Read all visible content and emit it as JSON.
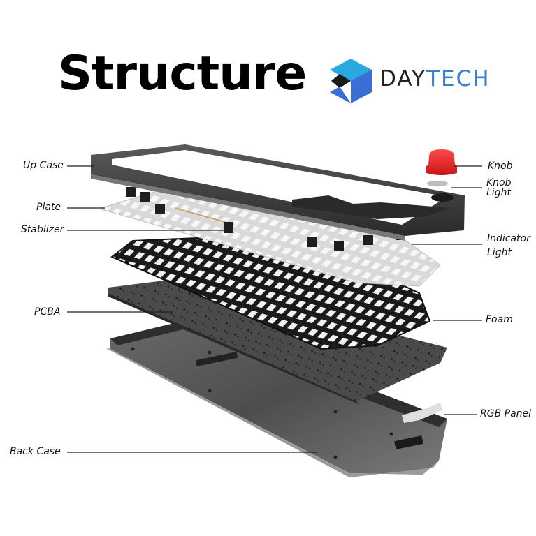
{
  "title": "Structure",
  "brand": {
    "part1": "DAY",
    "part2": "TECH",
    "colors": {
      "dark": "#222222",
      "accent": "#3a7fd0",
      "hex_light": "#2aa8e0",
      "hex_dark": "#3a6fd8",
      "arrow": "#1a1a1a"
    }
  },
  "labels_left": [
    {
      "id": "up-case",
      "text": "Up Case"
    },
    {
      "id": "plate",
      "text": "Plate"
    },
    {
      "id": "stablizer",
      "text": "Stablizer"
    },
    {
      "id": "pcba",
      "text": "PCBA"
    },
    {
      "id": "back-case",
      "text": "Back Case"
    }
  ],
  "labels_right": [
    {
      "id": "knob",
      "text": "Knob"
    },
    {
      "id": "knob-light-1",
      "text": "Knob"
    },
    {
      "id": "knob-light-2",
      "text": "Light"
    },
    {
      "id": "indicator-light-1",
      "text": "Indicator"
    },
    {
      "id": "indicator-light-2",
      "text": "Light"
    },
    {
      "id": "foam",
      "text": "Foam"
    },
    {
      "id": "rgb-panel",
      "text": "RGB Panel"
    }
  ],
  "colors": {
    "knob": "#e8232a",
    "case": "#3a3a3a",
    "plate": "#d8d8d8",
    "foam": "#1c1c1c",
    "pcba": "#4a4a4a",
    "back_case": "#5a5a5a"
  }
}
